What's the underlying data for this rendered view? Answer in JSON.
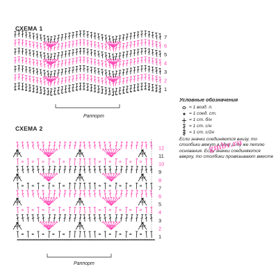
{
  "scheme1": {
    "title": "СХЕМА 1",
    "rows": [
      "1",
      "2",
      "3",
      "4",
      "5",
      "6",
      "7"
    ],
    "rapport": "Раппорт"
  },
  "scheme2": {
    "title": "СХЕМА 2",
    "rows": [
      "1",
      "2",
      "3",
      "4",
      "5",
      "6",
      "7",
      "8",
      "9",
      "10",
      "11",
      "12"
    ],
    "rapport": "Раппорт"
  },
  "legend": {
    "title": "Условные обозначения",
    "items": [
      {
        "symbol": "chain-stitch-icon",
        "text": "= 1 возд. п."
      },
      {
        "symbol": "slip-stitch-icon",
        "text": "= 1 соед. ст."
      },
      {
        "symbol": "single-crochet-icon",
        "text": "= 1 ст. б/н"
      },
      {
        "symbol": "double-crochet-icon",
        "text": "= 1 ст. с/н"
      },
      {
        "symbol": "treble-crochet-icon",
        "text": "= 1 ст. с/2н"
      }
    ],
    "note": "Если значки соединяются внизу, то столбики вяжут в одну и ту же петлю основания. Если значки соединяются вверху, то столбики провязывают вместе"
  },
  "watermark": "gmbr.ru",
  "colors": {
    "pink": "#ff3fb0",
    "black": "#1a1a1a"
  }
}
